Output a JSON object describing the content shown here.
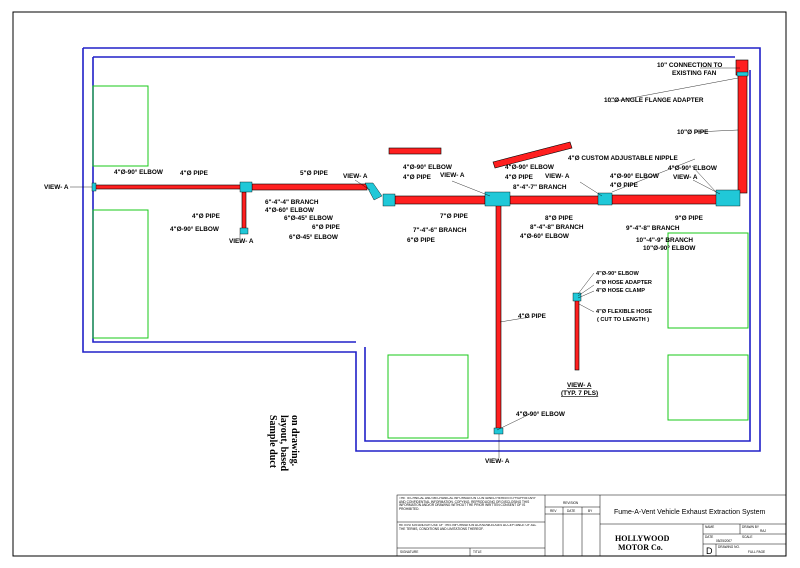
{
  "labels": {
    "view_a": "VIEW- A",
    "elbow_4_90": "4\"Ø-90° ELBOW",
    "pipe_4": "4\"Ø PIPE",
    "pipe_5": "5\"Ø PIPE",
    "branch_6_4_4": "6\"-4\"-4\" BRANCH",
    "elbow_4_60": "4\"Ø-60° ELBOW",
    "elbow_6_45": "6\"Ø-45° ELBOW",
    "pipe_6": "6\"Ø PIPE",
    "pipe_7": "7\"Ø PIPE",
    "branch_7_4_6": "7\"-4\"-6\" BRANCH",
    "branch_8_4_7": "8\"-4\"-7\" BRANCH",
    "pipe_8": "8\"Ø PIPE",
    "branch_8_4_8": "8\"-4\"-8\" BRANCH",
    "pipe_9": "9\"Ø PIPE",
    "branch_9_4_8": "9\"-4\"-8\" BRANCH",
    "branch_10_4_9": "10\"-4\"-9\" BRANCH",
    "elbow_10_90": "10\"Ø-90° ELBOW",
    "pipe_10": "10\"Ø PIPE",
    "flange_adapter": "10\"Ø ANGLE FLANGE ADAPTER",
    "connection_line1": "10\" CONNECTION TO",
    "connection_line2": "EXISTING FAN",
    "custom_nipple": "4\"Ø CUSTOM ADJUSTABLE NIPPLE",
    "hose_adapter": "4\"Ø HOSE ADAPTER",
    "hose_clamp": "4\"Ø HOSE CLAMP",
    "flexible_hose": "4\"Ø FLEXIBLE HOSE",
    "cut_to_length": "( CUT TO LENGTH )",
    "view_a_detail": "VIEW- A",
    "typ_7_pls": "(TYP. 7 PLS)"
  },
  "note": {
    "line1": "Sample duct",
    "line2": "layout, based",
    "line3": "on drawing."
  },
  "title_block": {
    "disclaimer1": "THE TECHNICAL AND MECHANICAL INFORMATION CONTAINED HEREIN IS PROPRIETARY AND CONFIDENTIAL INFORMATION. COPYING, REPRODUCING OR DISCLOSING THIS INFORMATION AND/OR DRAWING WITHOUT THE PRIOR WRITTEN CONSENT OF IS PROHIBITED.",
    "disclaimer2": "RETENTION AND/OR USE OF THIS INFORMATION ACKNOWLEDGES ACCEPTANCE OF ALL THE TERMS, CONDITIONS AND LIMITATIONS THEREOF.",
    "signature": "SIGNATURE",
    "title_label": "TITLE",
    "revision": "REVISION",
    "rev": "REV",
    "date": "DATE",
    "by": "BY",
    "project_title": "Fume-A-Vent Vehicle Exhaust Extraction System",
    "company_line1": "HOLLYWOOD",
    "company_line2": "MOTOR Co.",
    "name_label": "NAME",
    "drawn_by": "DRAWN BY",
    "drawn_by_value": "RAJ",
    "date_label": "DATE",
    "date_value": "05/25/2007",
    "scale_label": "SCALE",
    "size_value": "D",
    "drawing_no": "DRAWING NO.",
    "sheet_label": "SHEET NO.",
    "sheet_value": "FULL PAGE"
  },
  "colors": {
    "wall": "#2020c8",
    "duct": "#ff1f1f",
    "fitting": "#20c8d8",
    "zone": "#18c818"
  }
}
